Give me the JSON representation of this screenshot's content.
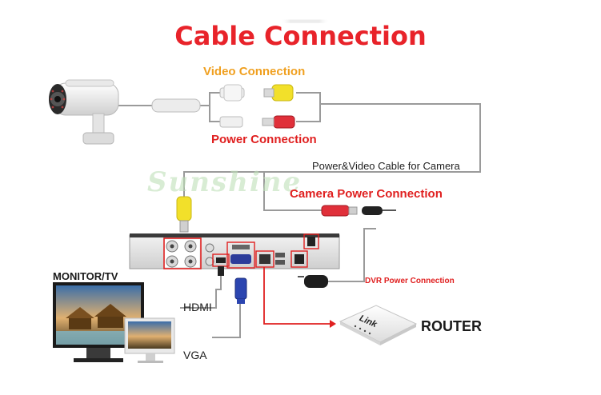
{
  "title": "Cable Connection",
  "watermark": "Sunshine",
  "labels": {
    "video_connection": "Video Connection",
    "power_connection": "Power Connection",
    "power_video_cable": "Power&Video Cable for Camera",
    "camera_power_connection": "Camera Power Connection",
    "dvr_power_connection": "DVR Power Connection",
    "monitor_tv": "MONITOR/TV",
    "hdmi": "HDMI",
    "vga": "VGA",
    "router": "ROUTER",
    "router_brand": "Link"
  },
  "colors": {
    "title_red": "#e8232a",
    "video_orange": "#f0a020",
    "power_red": "#e02020",
    "cable_gray": "#9a9a9a",
    "rca_yellow": "#f2e02a",
    "dc_red": "#e0303a"
  }
}
